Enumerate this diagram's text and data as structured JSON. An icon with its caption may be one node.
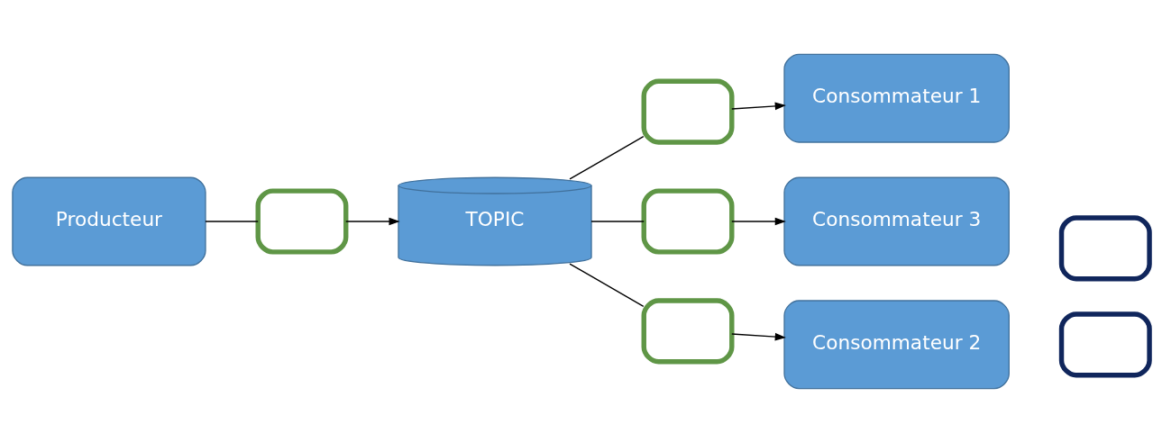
{
  "diagram": {
    "nodes": [
      {
        "text": [
          "Producteur"
        ]
      },
      {
        "text": [],
        "shape": "envelope"
      },
      {
        "text": [
          "TOPIC"
        ]
      },
      {
        "text": [],
        "shape": "envelope"
      },
      {
        "text": [],
        "shape": "envelope"
      },
      {
        "text": [],
        "shape": "envelope"
      },
      {
        "text": [
          "Consommateur 1"
        ]
      },
      {
        "text": [],
        "shape": "envelope"
      },
      {
        "text": [
          "Consommateur 3"
        ]
      },
      {
        "text": [
          "Consommateur 2"
        ]
      },
      {
        "text": [],
        "shape": "envelope"
      }
    ],
    "edges": [
      {
        "from": 0,
        "to": 1,
        "arrow": "none"
      },
      {
        "from": 1,
        "to": 2,
        "arrow": "to"
      },
      {
        "from": 2,
        "to": 3,
        "arrow": "none"
      },
      {
        "from": 3,
        "to": 6,
        "arrow": "to"
      },
      {
        "from": 2,
        "to": 4,
        "arrow": "none"
      },
      {
        "from": 4,
        "to": 8,
        "arrow": "to"
      },
      {
        "from": 2,
        "to": 5,
        "arrow": "none"
      },
      {
        "from": 5,
        "to": 9,
        "arrow": "to"
      }
    ]
  }
}
